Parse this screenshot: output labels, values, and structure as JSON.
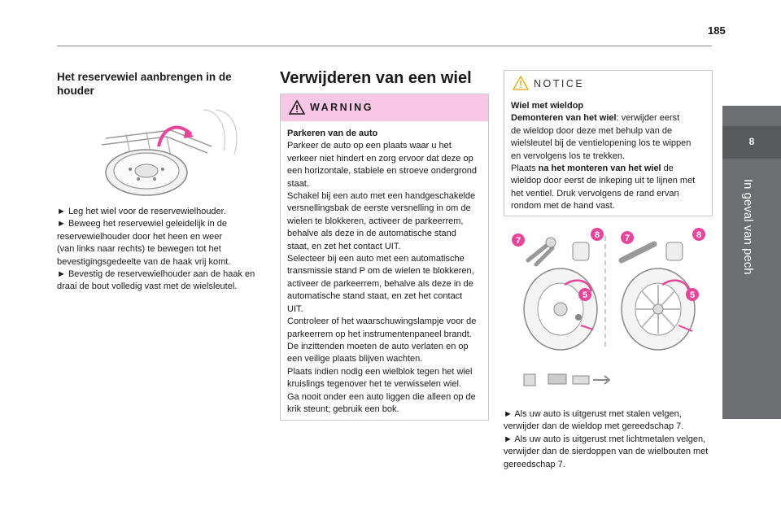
{
  "page": {
    "number": "185"
  },
  "side_tab": {
    "chapter_number": "8",
    "chapter_title": "In geval van pech"
  },
  "col1": {
    "title": "Het reservewiel aanbrengen in de houder",
    "lines": [
      "► Leg het wiel voor de reservewielhouder.",
      "► Beweeg het reservewiel geleidelijk in de",
      "reservewielhouder door het heen en weer",
      "(van links naar rechts) te bewegen tot het",
      "bevestigingsgedeelte van de haak vrij komt.",
      "► Bevestig de reservewielhouder aan de haak en",
      "draai de bout volledig vast met de wielsleutel."
    ]
  },
  "col2": {
    "title": "Verwijderen van een wiel",
    "warning": {
      "label": "WARNING",
      "heading": "Parkeren van de auto",
      "lines": [
        "Parkeer de auto op een plaats waar u het",
        "verkeer niet hindert en zorg ervoor dat deze op",
        "een horizontale, stabiele en stroeve ondergrond",
        "staat.",
        "Schakel bij een auto met een handgeschakelde",
        "versnellingsbak de eerste versnelling in om de",
        "wielen te blokkeren, activeer de parkeerrem,",
        "behalve als deze in de automatische stand",
        "staat, en zet het contact UIT.",
        "Selecteer bij een auto met een automatische",
        "transmissie stand P om de wielen te blokkeren,",
        "activeer de parkeerrem, behalve als deze in de",
        "automatische stand staat, en zet het contact",
        "UIT.",
        "Controleer of het waarschuwingslampje voor de",
        "parkeerrem op het instrumentenpaneel brandt.",
        "De inzittenden moeten de auto verlaten en op",
        "een veilige plaats blijven wachten.",
        "Plaats indien nodig een wielblok tegen het wiel",
        "kruislings tegenover het te verwisselen wiel.",
        "Ga nooit onder een auto liggen die alleen op de",
        "krik steunt; gebruik een bok."
      ]
    }
  },
  "col3": {
    "notice": {
      "label": "NOTICE",
      "heading": "Wiel met wieldop",
      "line1_bold": "Demonteren van het wiel",
      "line1_rest": ": verwijder eerst",
      "lines_a": [
        "de wieldop door deze met behulp van de",
        "wielsleutel bij de ventielopening los te wippen",
        "en vervolgens los te trekken."
      ],
      "place_prefix": "Plaats ",
      "place_bold": "na het monteren van het wiel",
      "place_rest": " de",
      "lines_b": [
        "wieldop door eerst de inkeping uit te lijnen met",
        "het ventiel. Druk vervolgens de rand ervan",
        "rondom met de hand vast."
      ]
    },
    "diagram_labels": {
      "tool_a": "7",
      "tool_b": "8",
      "step": "5"
    },
    "lines": [
      "► Als uw auto is uitgerust met stalen velgen,",
      "verwijder dan de wieldop met gereedschap 7.",
      "► Als uw auto is uitgerust met lichtmetalen velgen,",
      "verwijder dan de sierdoppen van de wielbouten met",
      "gereedschap 7."
    ]
  },
  "colors": {
    "warning_bg": "#f9c7e6",
    "accent_pink": "#e8449b",
    "tab_gray": "#6d6e71"
  }
}
